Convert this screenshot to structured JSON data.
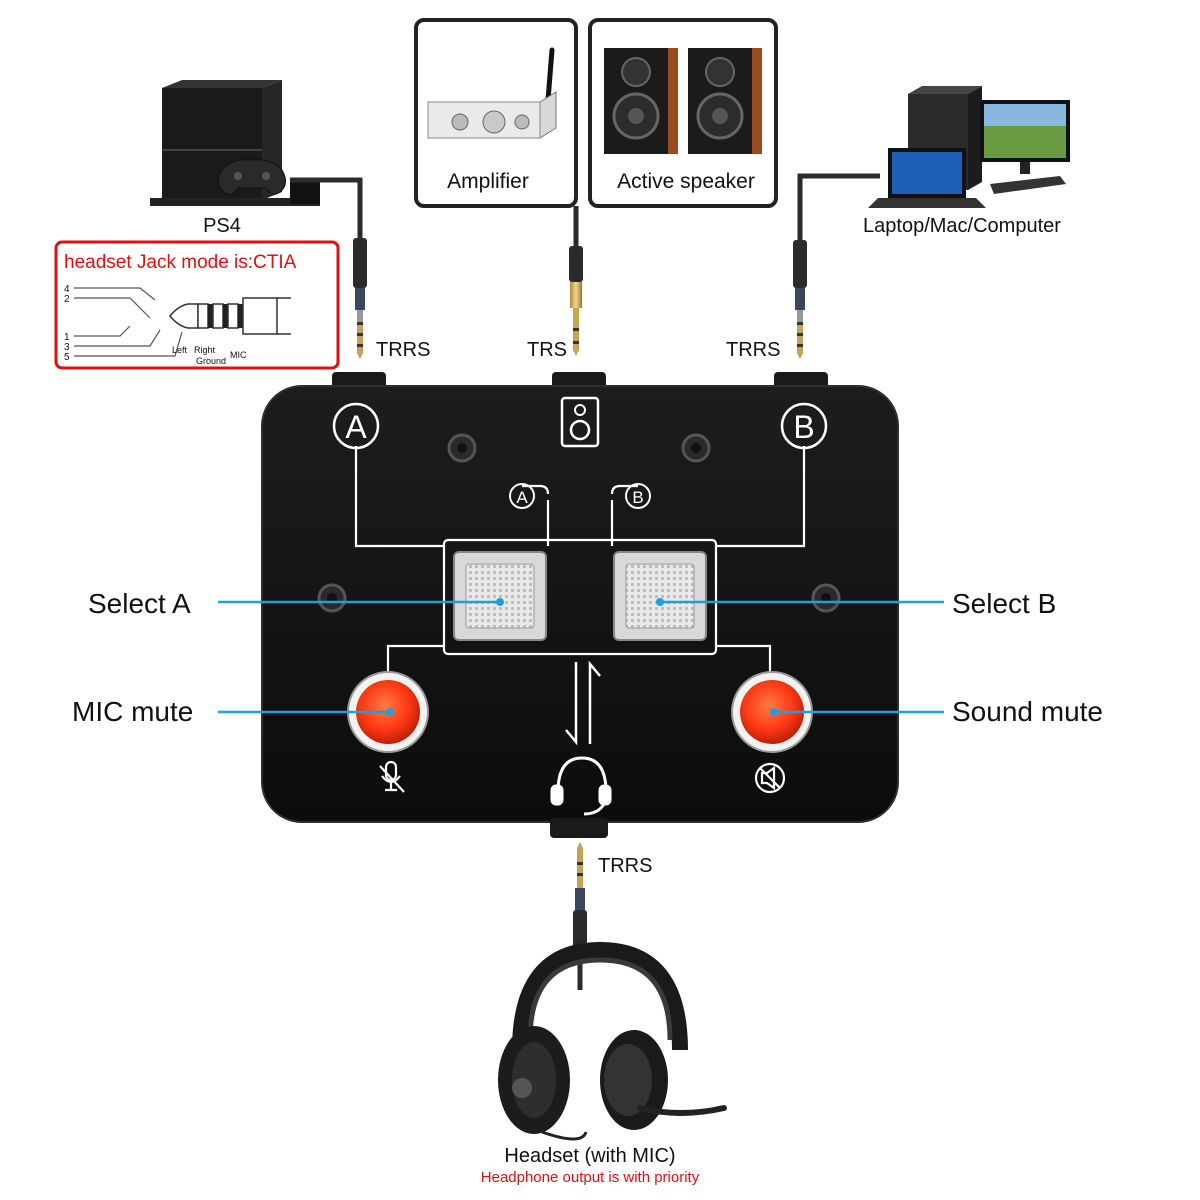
{
  "devices": {
    "ps4": {
      "label": "PS4"
    },
    "amplifier": {
      "label": "Amplifier"
    },
    "speaker": {
      "label": "Active speaker"
    },
    "computer": {
      "label": "Laptop/Mac/Computer"
    },
    "headset": {
      "label": "Headset (with MIC)",
      "note": "Headphone output is with priority"
    }
  },
  "jack_info": {
    "title": "headset Jack mode is:CTIA",
    "pins": [
      "4",
      "2",
      "1",
      "3",
      "5"
    ],
    "labels": {
      "left": "Left",
      "right": "Right",
      "ground": "Ground",
      "mic": "MIC"
    }
  },
  "cables": {
    "a_port": "TRRS",
    "speaker_port": "TRS",
    "b_port": "TRRS",
    "headset_port": "TRRS"
  },
  "switch_box": {
    "port_a": "A",
    "port_b": "B",
    "small_a": "A",
    "small_b": "B"
  },
  "callouts": {
    "select_a": "Select A",
    "select_b": "Select B",
    "mic_mute": "MIC mute",
    "sound_mute": "Sound mute"
  },
  "colors": {
    "accent_blue": "#1ea0dc",
    "red_button": "#ff3b14",
    "note_red": "#e01010",
    "box_black": "#141414"
  }
}
